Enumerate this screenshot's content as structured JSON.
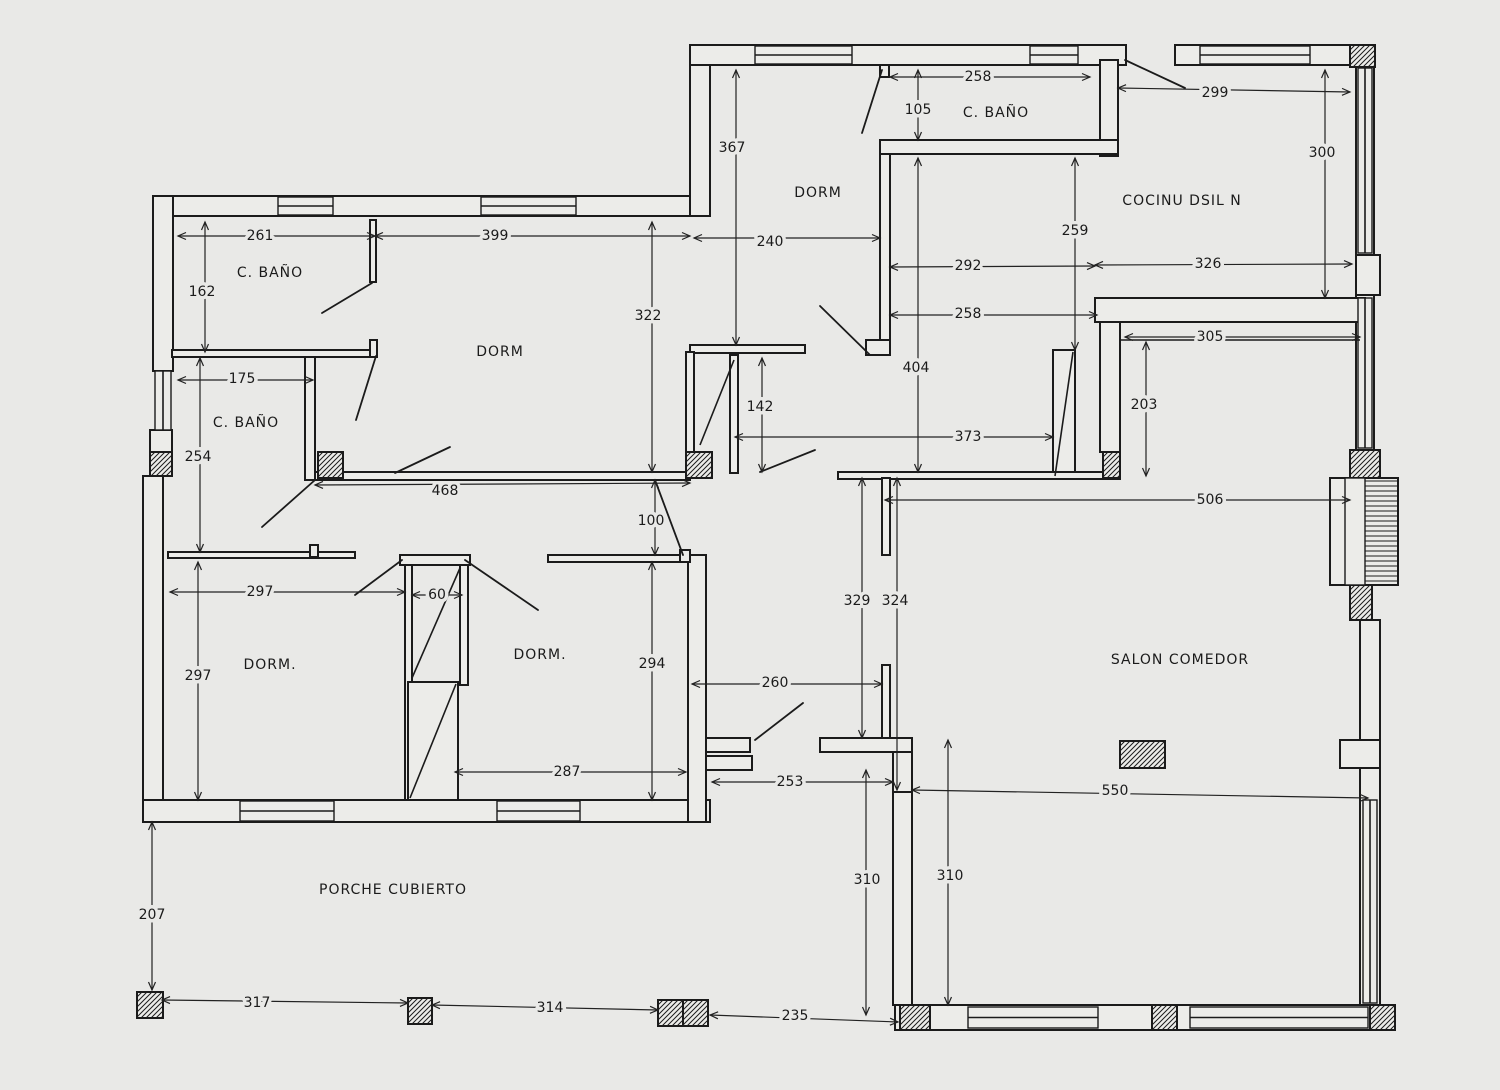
{
  "colors": {
    "ink": "#1b1b1b",
    "paper": "#e9e9e7"
  },
  "rooms": {
    "bano_top_left": "C. BAÑO",
    "dorm_top_left": "DORM",
    "bano_left": "C. BAÑO",
    "dorm_top_middle": "DORM",
    "bano_top_right": "C. BAÑO",
    "cocina": "COCINU DSIL N",
    "dorm_bottom_left": "DORM.",
    "dorm_bottom_middle": "DORM.",
    "salon": "SALON COMEDOR",
    "porche": "PORCHE CUBIERTO"
  },
  "dimensions": [
    "261",
    "399",
    "162",
    "322",
    "367",
    "105",
    "258",
    "299",
    "300",
    "240",
    "259",
    "292",
    "326",
    "258",
    "305",
    "175",
    "254",
    "142",
    "404",
    "203",
    "373",
    "468",
    "506",
    "100",
    "297",
    "60",
    "329",
    "324",
    "297",
    "294",
    "260",
    "287",
    "253",
    "550",
    "310",
    "310",
    "207",
    "317",
    "314",
    "235"
  ]
}
